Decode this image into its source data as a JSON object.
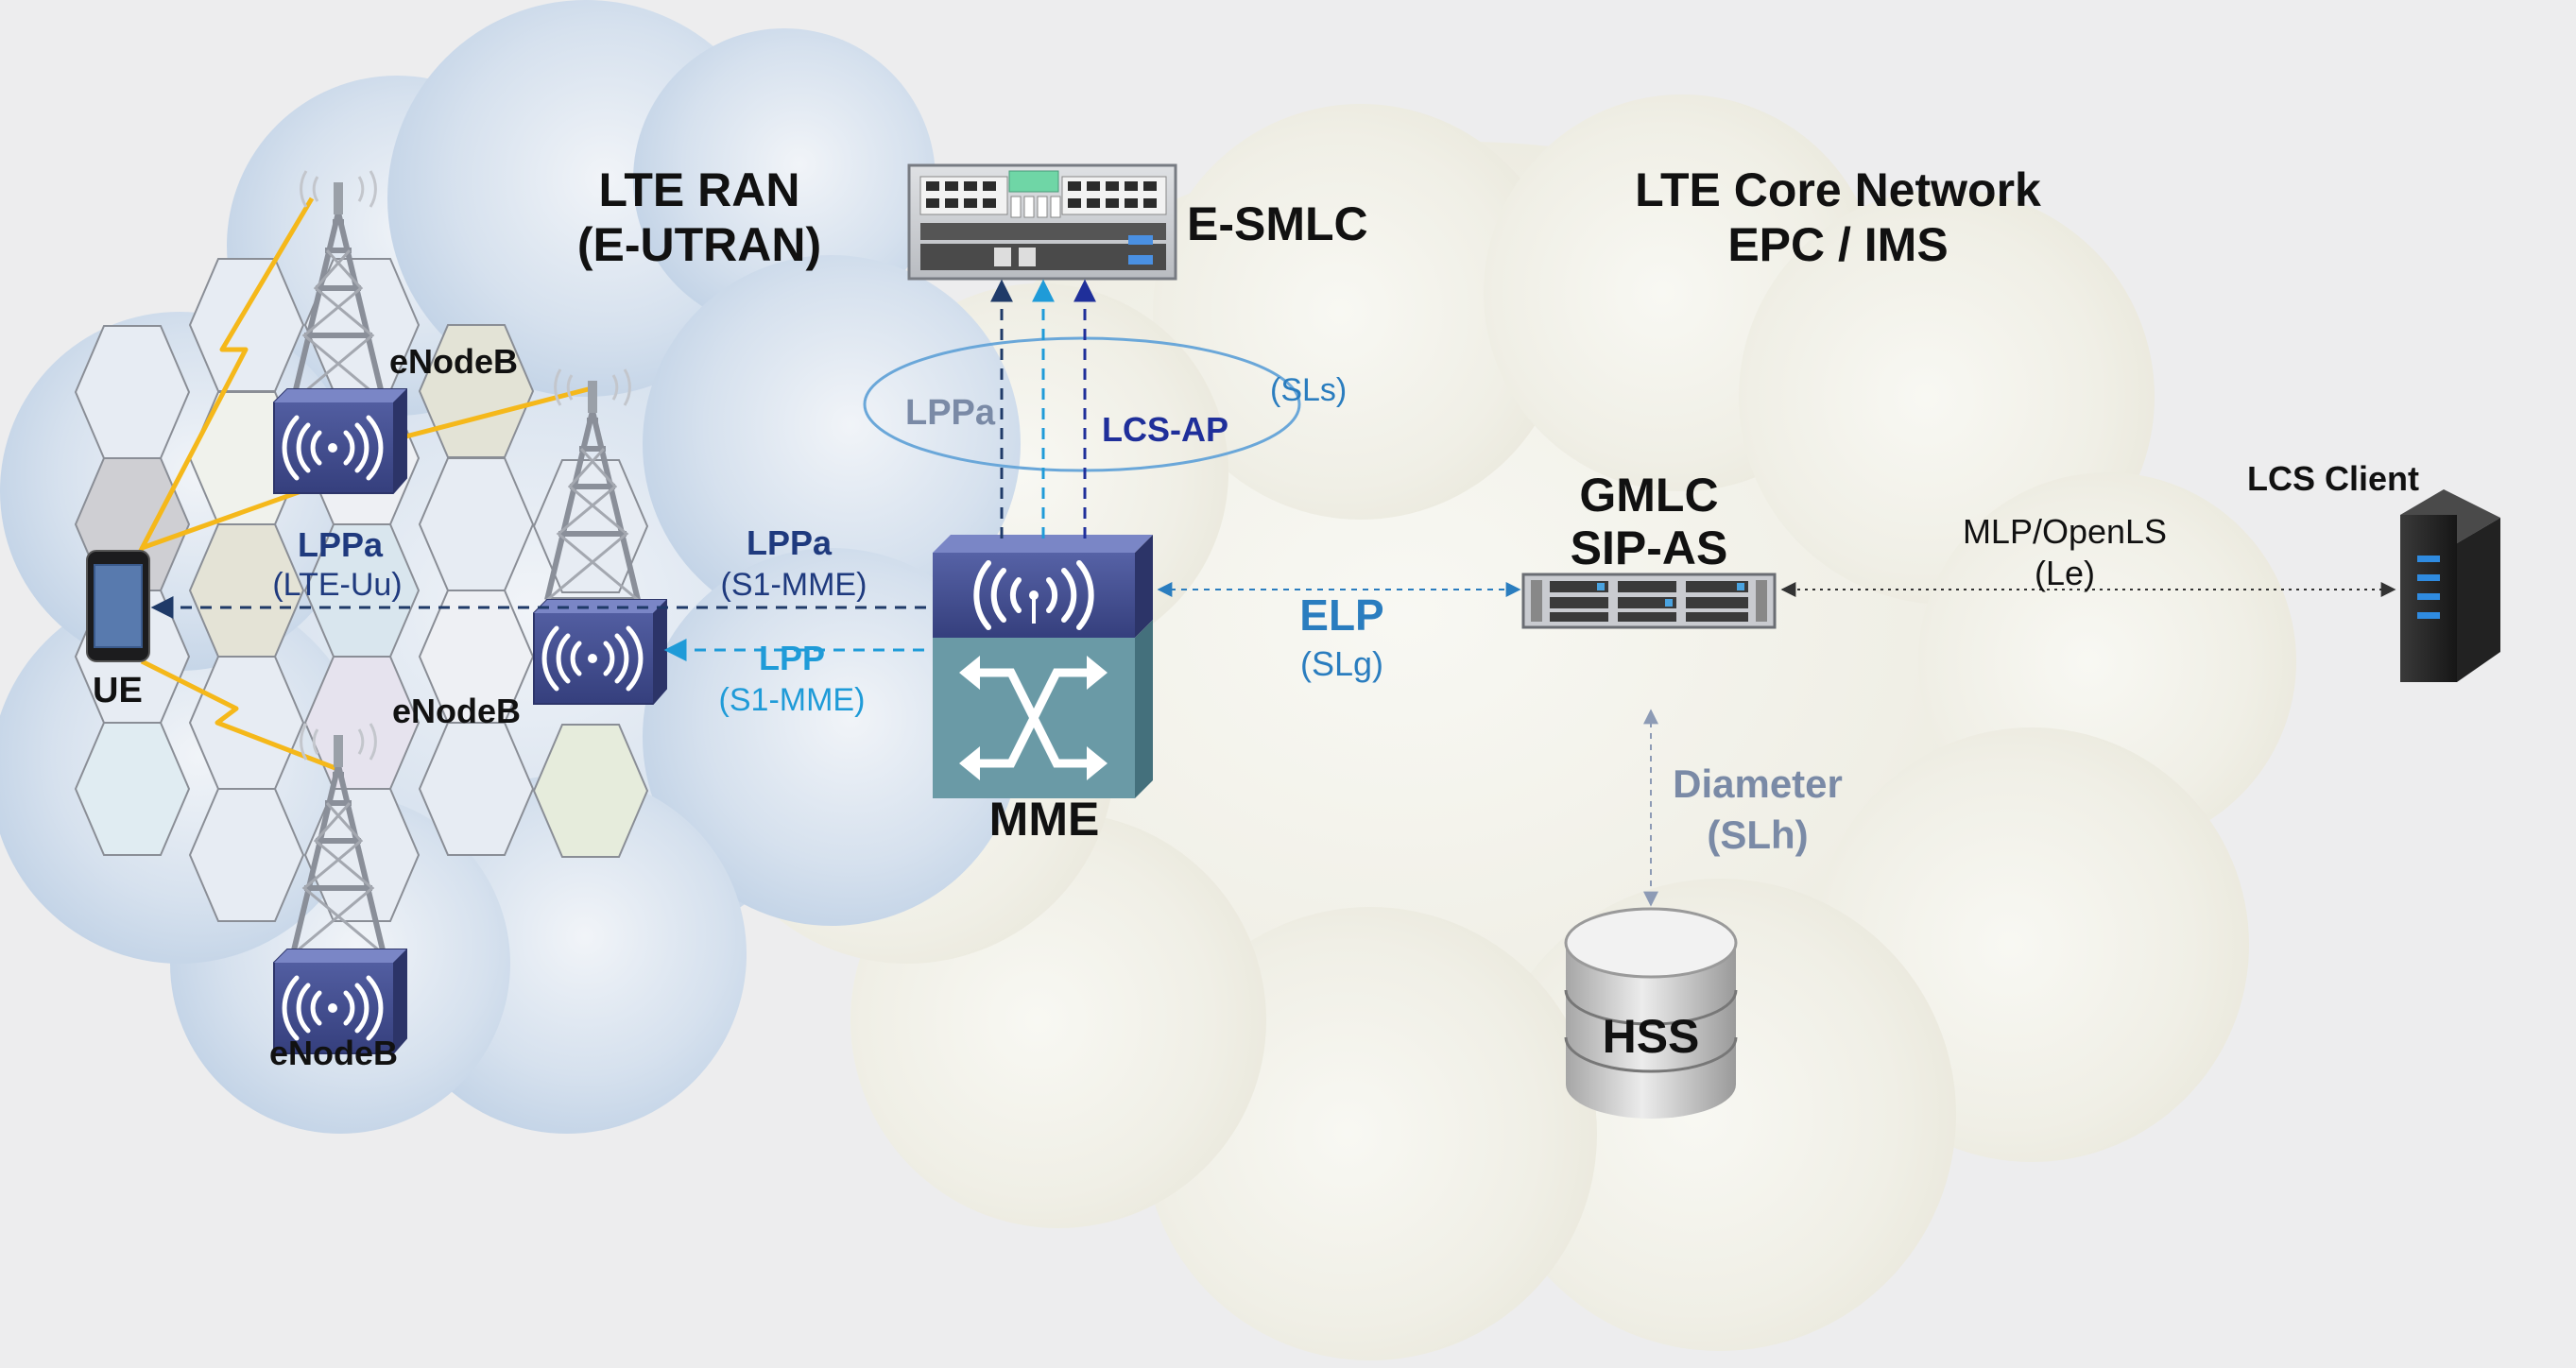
{
  "colors": {
    "background": "#ededee",
    "ran_cloud": "#c7d6e8",
    "core_cloud": "#eeede4",
    "dark_navy": "#1f3a68",
    "navy_label": "#1f3a7e",
    "light_blue": "#1f9bd8",
    "mid_blue": "#2a7dbf",
    "grey_blue": "#7a8aa6",
    "device_purple": "#3e4a8c",
    "mme_teal": "#6a9aa6",
    "lightning": "#f5b81a"
  },
  "icons": {
    "tower": "cell-tower-icon",
    "enodeb": "enodeb-router-icon",
    "ue": "smartphone-icon",
    "esmlc": "network-switch-icon",
    "mme": "mme-switch-icon",
    "gmlc": "rack-server-icon",
    "hss": "database-icon",
    "lcs_client": "tower-server-icon"
  },
  "ran": {
    "title_line1": "LTE RAN",
    "title_line2": "(E-UTRAN)",
    "enodeb_top": "eNodeB",
    "enodeb_mid": "eNodeB",
    "enodeb_bottom": "eNodeB",
    "ue": "UE",
    "lppa_cell": "LPPa",
    "lte_uu": "(LTE-Uu)"
  },
  "core": {
    "title_line1": "LTE Core Network",
    "title_line2": "EPC / IMS"
  },
  "nodes": {
    "esmlc": "E-SMLC",
    "mme": "MME",
    "gmlc_line1": "GMLC",
    "gmlc_line2": "SIP-AS",
    "hss": "HSS",
    "lcs_client": "LCS Client"
  },
  "links": {
    "lppa_s1": "LPPa",
    "lppa_s1_sub": "(S1-MME)",
    "lpp": "LPP",
    "lpp_sub": "(S1-MME)",
    "lppa_sls": "LPPa",
    "lcs_ap": "LCS-AP",
    "sls": "(SLs)",
    "elp": "ELP",
    "slg": "(SLg)",
    "mlp": "MLP/OpenLS",
    "le": "(Le)",
    "diameter": "Diameter",
    "slh": "(SLh)"
  }
}
